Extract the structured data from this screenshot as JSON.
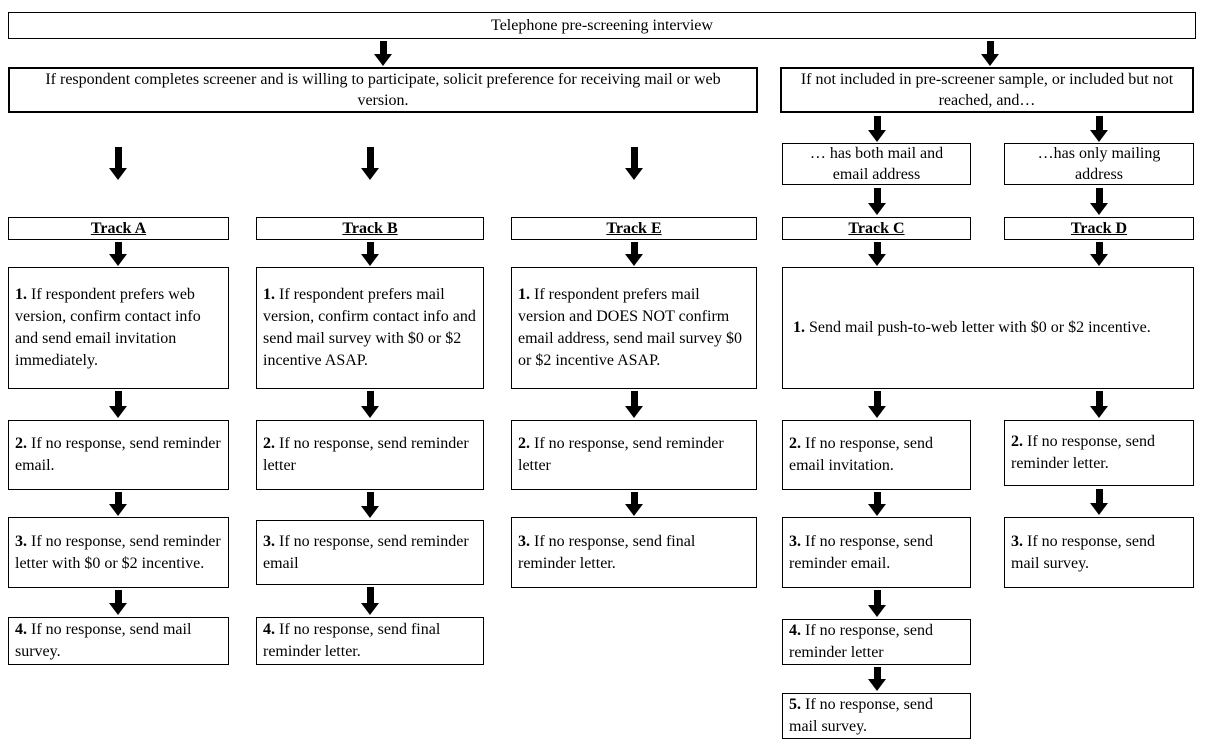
{
  "title": "Telephone pre-screening interview",
  "branch_left": {
    "text": "If respondent completes screener and is willing to participate, solicit preference for receiving mail or web version."
  },
  "branch_right": {
    "text": "If not included in pre-screener sample, or included but not reached, and…"
  },
  "condition_both": {
    "text": "… has both mail and email address"
  },
  "condition_mail_only": {
    "text": "…has only mailing address"
  },
  "track_a": {
    "label": "Track A",
    "steps": [
      {
        "num": "1.",
        "text": "If respondent prefers web version, confirm contact info and send email invitation immediately."
      },
      {
        "num": "2.",
        "text": "If no response, send reminder email."
      },
      {
        "num": "3.",
        "text": "If no response, send reminder letter with $0 or $2 incentive."
      },
      {
        "num": "4.",
        "text": "If no response, send mail survey."
      }
    ]
  },
  "track_b": {
    "label": "Track B",
    "steps": [
      {
        "num": "1.",
        "text": "If respondent prefers mail version, confirm contact info and send mail survey with $0 or $2 incentive ASAP."
      },
      {
        "num": "2.",
        "text": "If no response, send reminder letter"
      },
      {
        "num": "3.",
        "text": "If no response, send reminder email"
      },
      {
        "num": "4.",
        "text": "If no response, send final reminder letter."
      }
    ]
  },
  "track_e": {
    "label": "Track E",
    "steps": [
      {
        "num": "1.",
        "text": "If respondent prefers mail version and DOES NOT confirm email address, send mail survey $0 or $2 incentive ASAP."
      },
      {
        "num": "2.",
        "text": "If no response, send reminder letter"
      },
      {
        "num": "3.",
        "text": "If no response, send final reminder letter."
      }
    ]
  },
  "track_cd_shared": {
    "step": {
      "num": "1.",
      "text": "Send mail push-to-web letter with $0 or $2 incentive."
    }
  },
  "track_c": {
    "label": "Track C",
    "steps": [
      {
        "num": "2.",
        "text": "If no response, send email invitation."
      },
      {
        "num": "3.",
        "text": "If no response, send reminder email."
      },
      {
        "num": "4.",
        "text": "If no response, send reminder letter"
      },
      {
        "num": "5.",
        "text": "If no response, send mail survey."
      }
    ]
  },
  "track_d": {
    "label": "Track D",
    "steps": [
      {
        "num": "2.",
        "text": "If no response, send reminder letter."
      },
      {
        "num": "3.",
        "text": "If no response, send mail survey."
      }
    ]
  },
  "colors": {
    "line": "#000000",
    "background": "#ffffff"
  }
}
